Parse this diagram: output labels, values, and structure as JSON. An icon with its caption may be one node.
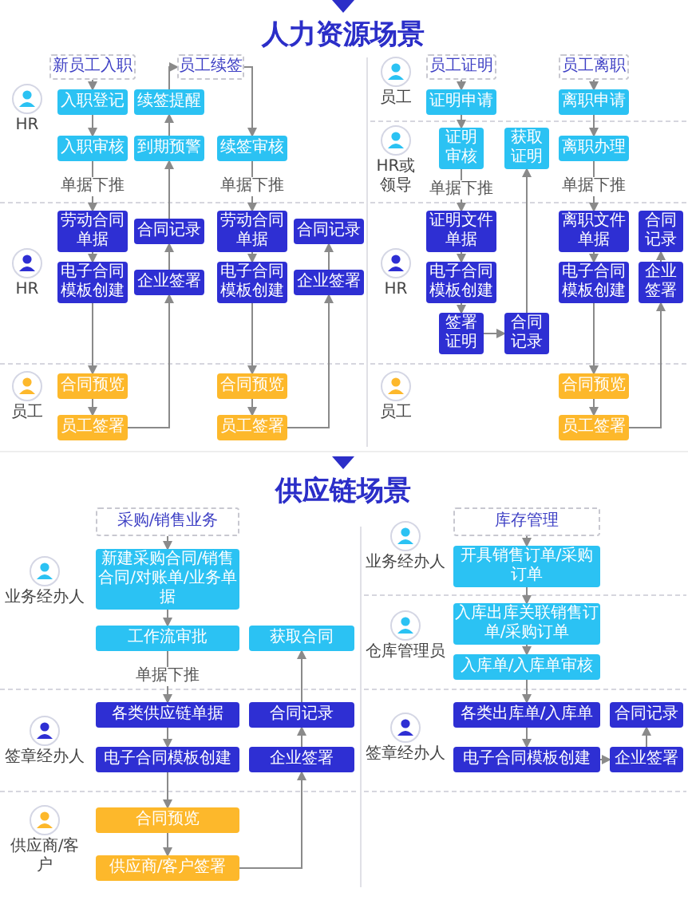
{
  "diagram": {
    "nodes": [
      {
        "text": [
          "新员工入职"
        ]
      },
      {
        "text": [
          "入职登记"
        ]
      },
      {
        "text": [
          "入职审核"
        ]
      },
      {
        "text": [
          "劳动合同单据"
        ]
      },
      {
        "text": [
          "电子合同模板创建"
        ]
      },
      {
        "text": [
          "合同预览"
        ]
      },
      {
        "text": [
          "员工签署"
        ]
      },
      {
        "text": [
          "企业签署"
        ]
      },
      {
        "text": [
          "合同记录"
        ]
      },
      {
        "text": [
          "到期预警"
        ]
      },
      {
        "text": [
          "续签提醒"
        ]
      },
      {
        "text": [
          "员工续签"
        ]
      },
      {
        "text": [
          "续签审核"
        ]
      },
      {
        "text": [
          "劳动合同单据"
        ]
      },
      {
        "text": [
          "电子合同模板创建"
        ]
      },
      {
        "text": [
          "合同预览"
        ]
      },
      {
        "text": [
          "员工签署"
        ]
      },
      {
        "text": [
          "企业签署"
        ]
      },
      {
        "text": [
          "合同记录"
        ]
      },
      {
        "text": [
          "员工证明"
        ]
      },
      {
        "text": [
          "证明申请"
        ]
      },
      {
        "text": [
          "证明审核"
        ]
      },
      {
        "text": [
          "获取证明"
        ]
      },
      {
        "text": [
          "证明文件单据"
        ]
      },
      {
        "text": [
          "电子合同模板创建"
        ]
      },
      {
        "text": [
          "签署证明"
        ]
      },
      {
        "text": [
          "合同记录"
        ]
      },
      {
        "text": [
          "员工离职"
        ]
      },
      {
        "text": [
          "离职申请"
        ]
      },
      {
        "text": [
          "离职办理"
        ]
      },
      {
        "text": [
          "离职文件单据"
        ]
      },
      {
        "text": [
          "电子合同模板创建"
        ]
      },
      {
        "text": [
          "合同预览"
        ]
      },
      {
        "text": [
          "员工签署"
        ]
      },
      {
        "text": [
          "企业签署"
        ]
      },
      {
        "text": [
          "合同记录"
        ]
      },
      {
        "text": [
          "采购/销售业务"
        ]
      },
      {
        "text": [
          "新建采购合同/销售合同/对账单/业务单据"
        ]
      },
      {
        "text": [
          "工作流审批"
        ]
      },
      {
        "text": [
          "各类供应链单据"
        ]
      },
      {
        "text": [
          "电子合同模板创建"
        ]
      },
      {
        "text": [
          "合同预览"
        ]
      },
      {
        "text": [
          "供应商/客户签署"
        ]
      },
      {
        "text": [
          "企业签署"
        ]
      },
      {
        "text": [
          "合同记录"
        ]
      },
      {
        "text": [
          "获取合同"
        ]
      },
      {
        "text": [
          "库存管理"
        ]
      },
      {
        "text": [
          "开具销售订单/采购订单"
        ]
      },
      {
        "text": [
          "入库出库关联销售订单/采购订单"
        ]
      },
      {
        "text": [
          "入库单/入库单审核"
        ]
      },
      {
        "text": [
          "各类出库单/入库单"
        ]
      },
      {
        "text": [
          "电子合同模板创建"
        ]
      },
      {
        "text": [
          "企业签署"
        ]
      },
      {
        "text": [
          "合同记录"
        ]
      }
    ],
    "edges": [
      {
        "from": 0,
        "to": 1,
        "arrow": "to"
      },
      {
        "from": 1,
        "to": 2,
        "arrow": "to"
      },
      {
        "from": 2,
        "to": 3,
        "arrow": "to",
        "label": "单据下推"
      },
      {
        "from": 3,
        "to": 4,
        "arrow": "to"
      },
      {
        "from": 4,
        "to": 5,
        "arrow": "to"
      },
      {
        "from": 5,
        "to": 6,
        "arrow": "to"
      },
      {
        "from": 6,
        "to": 7,
        "arrow": "to"
      },
      {
        "from": 7,
        "to": 8,
        "arrow": "to"
      },
      {
        "from": 8,
        "to": 9,
        "arrow": "to"
      },
      {
        "from": 9,
        "to": 10,
        "arrow": "to"
      },
      {
        "from": 10,
        "to": 11,
        "arrow": "to"
      },
      {
        "from": 11,
        "to": 12,
        "arrow": "to"
      },
      {
        "from": 12,
        "to": 13,
        "arrow": "to",
        "label": "单据下推"
      },
      {
        "from": 13,
        "to": 14,
        "arrow": "to"
      },
      {
        "from": 14,
        "to": 15,
        "arrow": "to"
      },
      {
        "from": 15,
        "to": 16,
        "arrow": "to"
      },
      {
        "from": 16,
        "to": 17,
        "arrow": "to"
      },
      {
        "from": 17,
        "to": 18,
        "arrow": "to"
      },
      {
        "from": 19,
        "to": 20,
        "arrow": "to"
      },
      {
        "from": 20,
        "to": 21,
        "arrow": "to"
      },
      {
        "from": 21,
        "to": 23,
        "arrow": "to",
        "label": "单据下推"
      },
      {
        "from": 23,
        "to": 24,
        "arrow": "to"
      },
      {
        "from": 24,
        "to": 25,
        "arrow": "to"
      },
      {
        "from": 25,
        "to": 26,
        "arrow": "to"
      },
      {
        "from": 26,
        "to": 22,
        "arrow": "to"
      },
      {
        "from": 27,
        "to": 28,
        "arrow": "to"
      },
      {
        "from": 28,
        "to": 29,
        "arrow": "to"
      },
      {
        "from": 29,
        "to": 30,
        "arrow": "to",
        "label": "单据下推"
      },
      {
        "from": 30,
        "to": 31,
        "arrow": "to"
      },
      {
        "from": 31,
        "to": 32,
        "arrow": "to"
      },
      {
        "from": 32,
        "to": 33,
        "arrow": "to"
      },
      {
        "from": 33,
        "to": 34,
        "arrow": "to"
      },
      {
        "from": 34,
        "to": 35,
        "arrow": "to"
      },
      {
        "from": 36,
        "to": 37,
        "arrow": "to"
      },
      {
        "from": 37,
        "to": 38,
        "arrow": "to"
      },
      {
        "from": 38,
        "to": 39,
        "arrow": "to",
        "label": "单据下推"
      },
      {
        "from": 39,
        "to": 40,
        "arrow": "to"
      },
      {
        "from": 40,
        "to": 41,
        "arrow": "to"
      },
      {
        "from": 41,
        "to": 42,
        "arrow": "to"
      },
      {
        "from": 42,
        "to": 43,
        "arrow": "to"
      },
      {
        "from": 43,
        "to": 44,
        "arrow": "to"
      },
      {
        "from": 44,
        "to": 45,
        "arrow": "to"
      },
      {
        "from": 46,
        "to": 47,
        "arrow": "to"
      },
      {
        "from": 47,
        "to": 48,
        "arrow": "to"
      },
      {
        "from": 48,
        "to": 49,
        "arrow": "to"
      },
      {
        "from": 49,
        "to": 50,
        "arrow": "to"
      },
      {
        "from": 50,
        "to": 51,
        "arrow": "to"
      },
      {
        "from": 51,
        "to": 52,
        "arrow": "to"
      },
      {
        "from": 52,
        "to": 53,
        "arrow": "to"
      }
    ],
    "labels": [
      "人力资源场景",
      "HR",
      "HR",
      "员工",
      "员工",
      "HR或领导",
      "HR",
      "员工",
      "供应链场景",
      "业务经办人",
      "签章经办人",
      "供应商/客户",
      "业务经办人",
      "仓库管理员",
      "签章经办人"
    ]
  }
}
